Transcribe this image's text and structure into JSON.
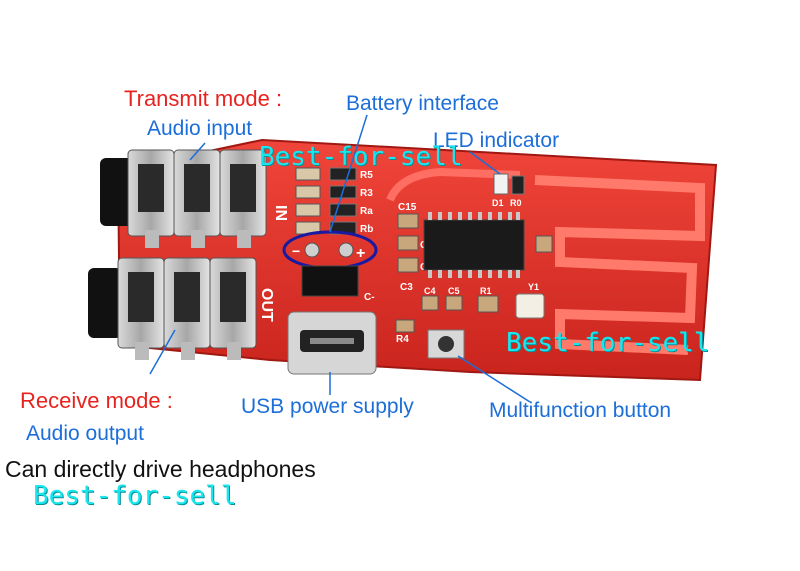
{
  "labels": {
    "transmit_mode": "Transmit mode :",
    "audio_input": "Audio input",
    "battery_interface": "Battery interface",
    "led_indicator": "LED indicator",
    "receive_mode": "Receive mode :",
    "audio_output": "Audio output",
    "usb_power_supply": "USB power supply",
    "multifunction_button": "Multifunction button",
    "headphones_note": "Can directly drive headphones"
  },
  "watermarks": [
    "Best-for-sell",
    "Best-for-sell",
    "Best-for-sell"
  ],
  "board_silkscreen": {
    "in": "IN",
    "out": "OUT",
    "r5": "R5",
    "r3": "R3",
    "ra": "Ra",
    "rb": "Rb",
    "c15": "C15",
    "c1": "C1",
    "c2": "C2",
    "c3": "C3",
    "c4": "C4",
    "c5": "C5",
    "r4": "R4",
    "r1": "R1",
    "d1": "D1",
    "r0": "R0",
    "y1": "Y1",
    "minus": "−",
    "plus": "+",
    "c_minus": "C-"
  },
  "colors": {
    "pcb": "#e8342a",
    "label_red": "#e8231f",
    "label_blue": "#1c6ed8",
    "watermark": "#19e6ee"
  }
}
